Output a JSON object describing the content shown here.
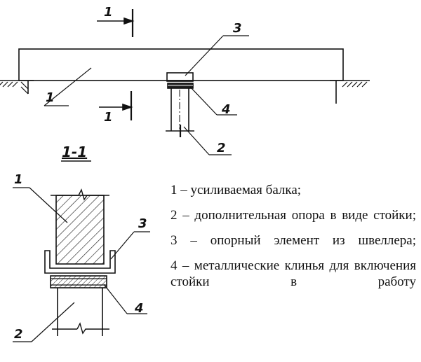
{
  "labels": {
    "section_top": "1",
    "section_bottom": "1",
    "callout_beam_top": "1",
    "callout_prop_top": "2",
    "callout_support_top": "3",
    "callout_wedge_top": "4",
    "section_title": "1-1",
    "callout_beam_section": "1",
    "callout_prop_section": "2",
    "callout_support_section": "3",
    "callout_wedge_section": "4"
  },
  "legend": [
    "1 – усиливаемая балка;",
    "2 – дополнительная опора в виде стойки;",
    "3 – опорный элемент из швеллера;",
    "4 – металлические клинья для включения стойки в работу"
  ]
}
